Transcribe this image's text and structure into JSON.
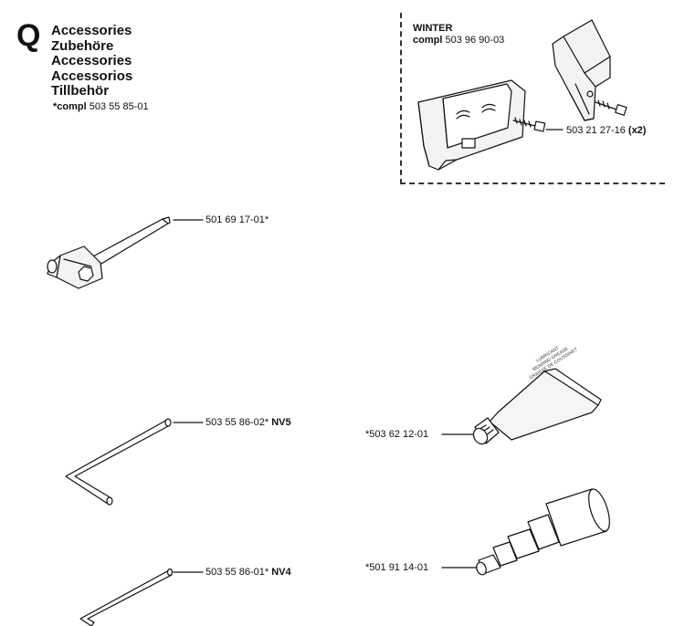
{
  "header": {
    "section_letter": "Q",
    "titles": [
      "Accessories",
      "Zubehöre",
      "Accessories",
      "Accessorios",
      "Tillbehör"
    ],
    "kit_prefix": "*compl",
    "kit_number": "503 55 85-01"
  },
  "winter_kit": {
    "title": "WINTER",
    "compl_label": "compl",
    "compl_number": "503 96 90-03",
    "screw_part": "503 21 27-16",
    "screw_qty": "(x2)"
  },
  "parts": {
    "spark_plug_wrench": {
      "number": "501 69 17-01*"
    },
    "hex_key_5": {
      "number": "503 55 86-02*",
      "size": "NV5"
    },
    "hex_key_4": {
      "number": "503 55 86-01*",
      "size": "NV4"
    },
    "grease_tube": {
      "number": "*503 62 12-01",
      "tube_text": [
        "LUBRICANT",
        "BEARING GREASE",
        "GRAISSE DE COUSSINET"
      ]
    },
    "grease_gun": {
      "number": "*501 91 14-01"
    }
  }
}
